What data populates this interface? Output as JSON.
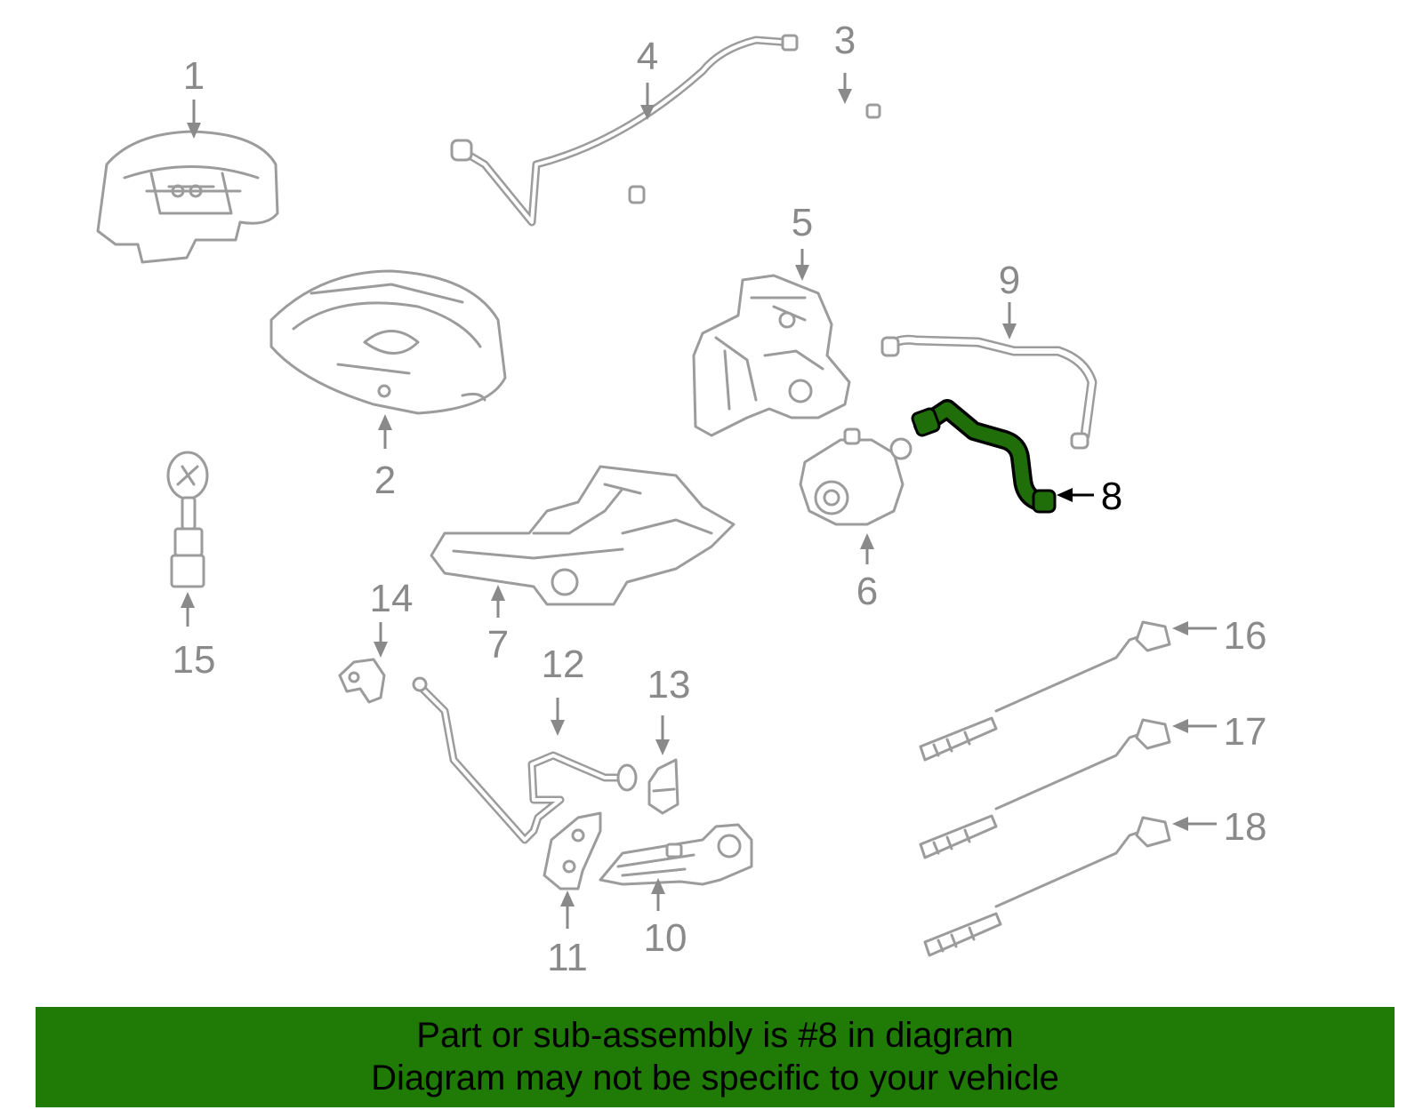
{
  "diagram": {
    "highlighted_part": "8",
    "highlight_color": "#1f6e0a",
    "callouts": [
      "1",
      "2",
      "3",
      "4",
      "5",
      "6",
      "7",
      "8",
      "9",
      "10",
      "11",
      "12",
      "13",
      "14",
      "15",
      "16",
      "17",
      "18"
    ]
  },
  "banner": {
    "line1": "Part or sub-assembly is #8 in diagram",
    "line2": "Diagram may not be specific to your vehicle",
    "background": "#1f7a06"
  }
}
